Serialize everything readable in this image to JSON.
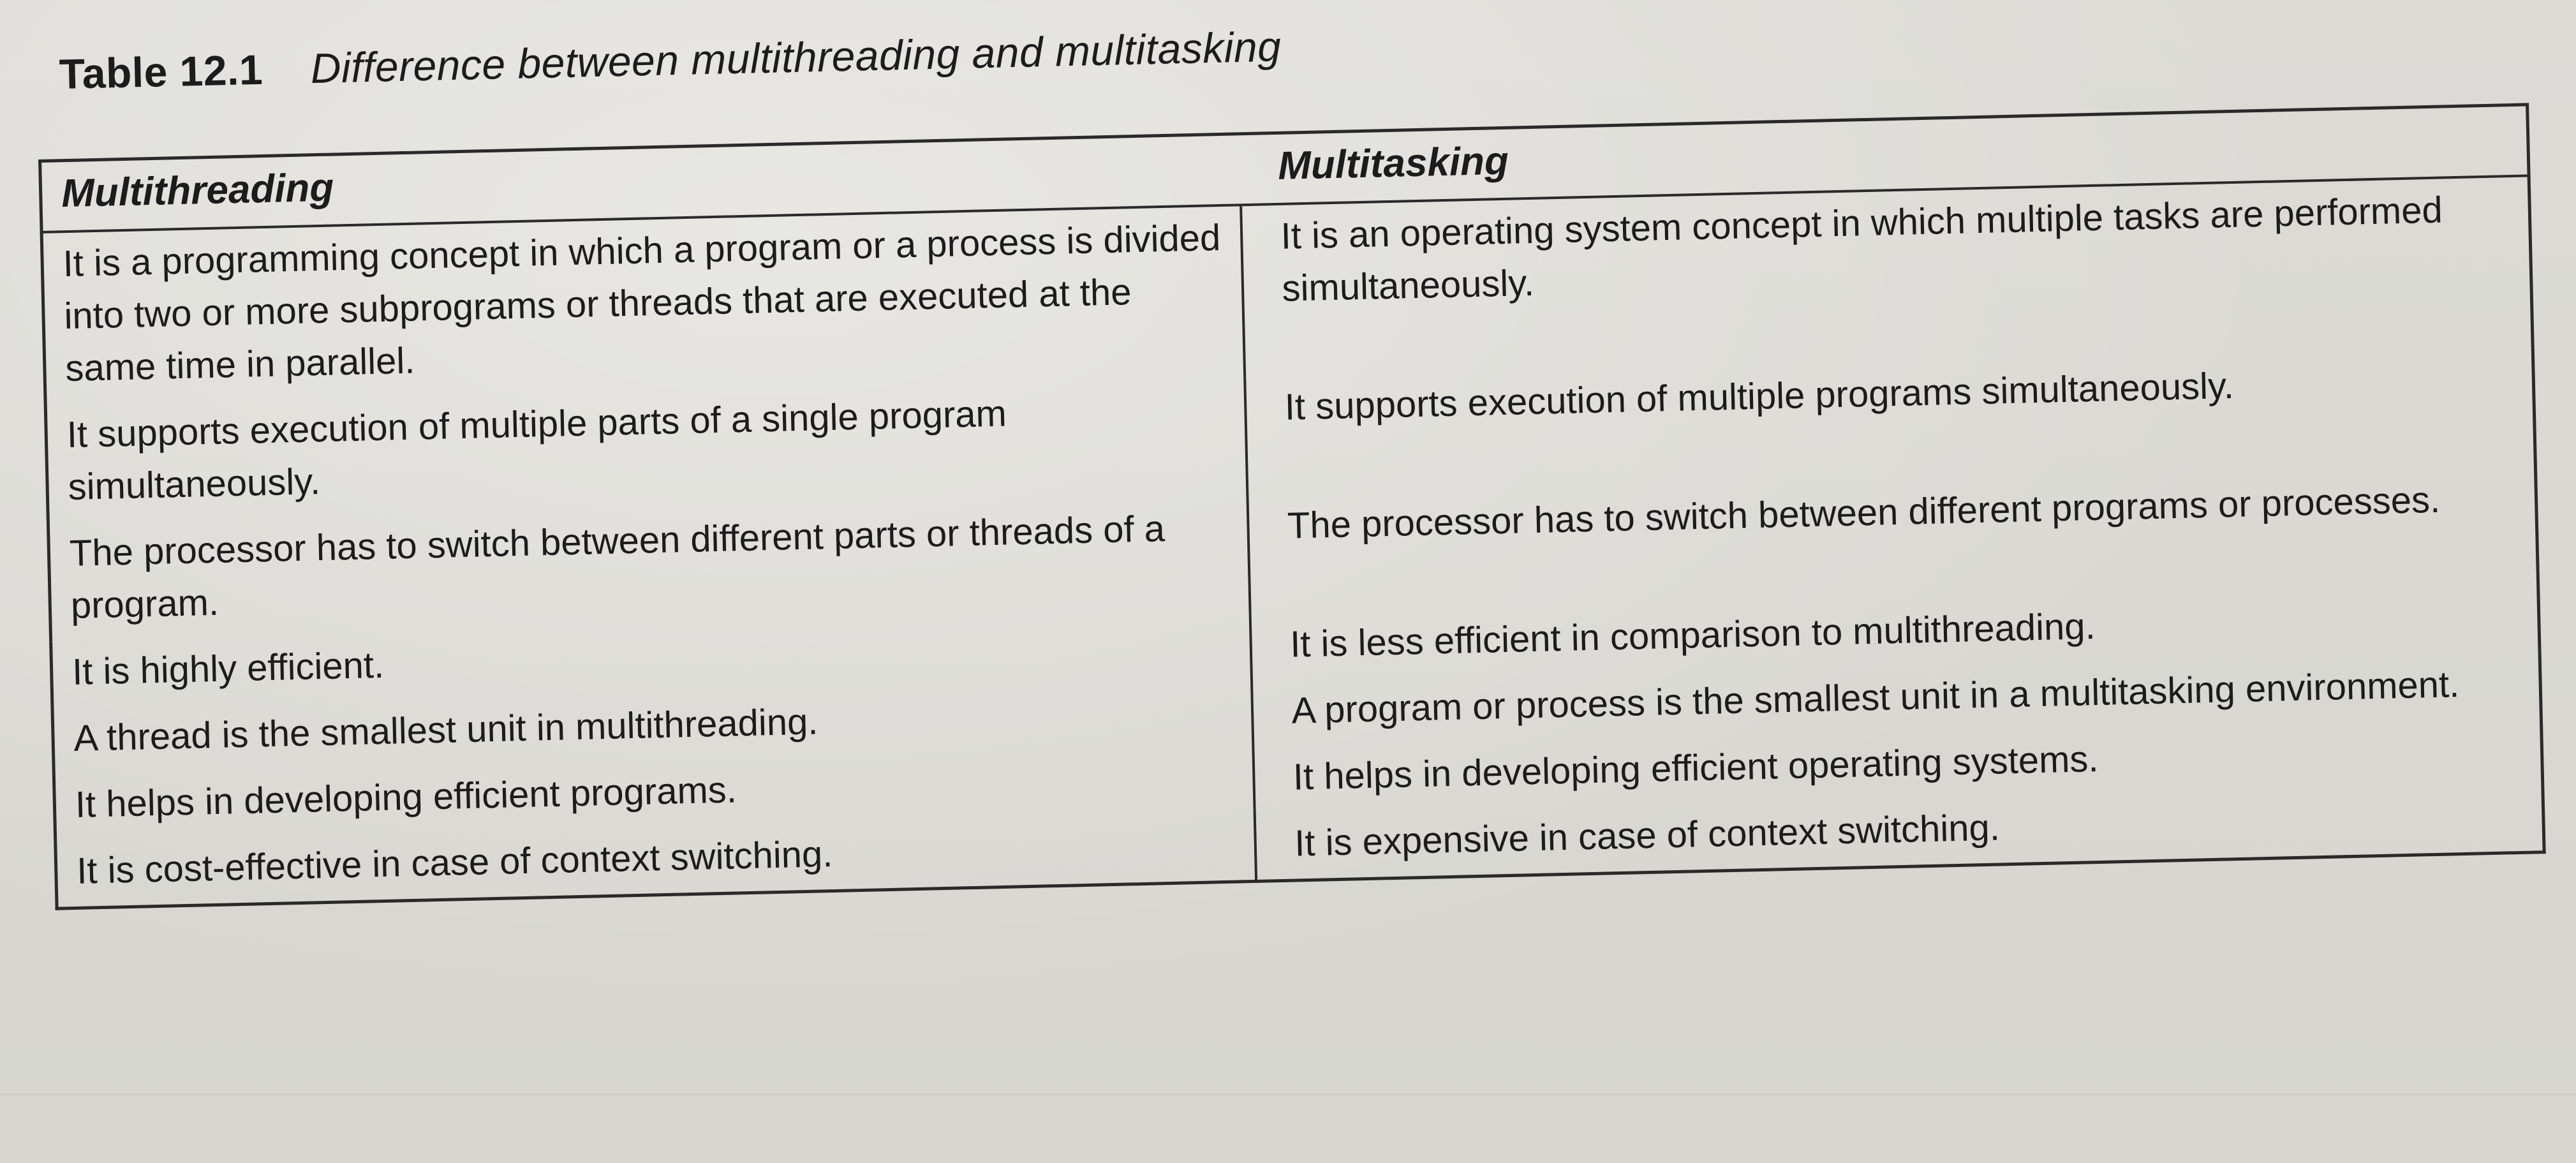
{
  "caption": {
    "label": "Table 12.1",
    "title": "Difference between multithreading and multitasking"
  },
  "table": {
    "headers": [
      "Multithreading",
      "Multitasking"
    ],
    "rows": [
      [
        "It is a programming concept in which a program or a process is divided into two or more subprograms or threads that are executed at the same time in parallel.",
        "It is an operating system concept in which multiple tasks are performed simultaneously."
      ],
      [
        "It supports execution of multiple parts of a single program simultaneously.",
        "It supports execution of multiple programs simultaneously."
      ],
      [
        "The processor has to switch between different parts or threads of a program.",
        "The processor has to switch between different programs or processes."
      ],
      [
        "It is highly efficient.",
        "It is less efficient in comparison to multithreading."
      ],
      [
        "A thread is the smallest unit in multithreading.",
        "A program or process is the smallest unit in a multitasking environment."
      ],
      [
        "It helps in developing efficient programs.",
        "It helps in developing efficient operating systems."
      ],
      [
        "It is cost-effective in case of context switching.",
        "It is expensive in case of context switching."
      ]
    ]
  }
}
